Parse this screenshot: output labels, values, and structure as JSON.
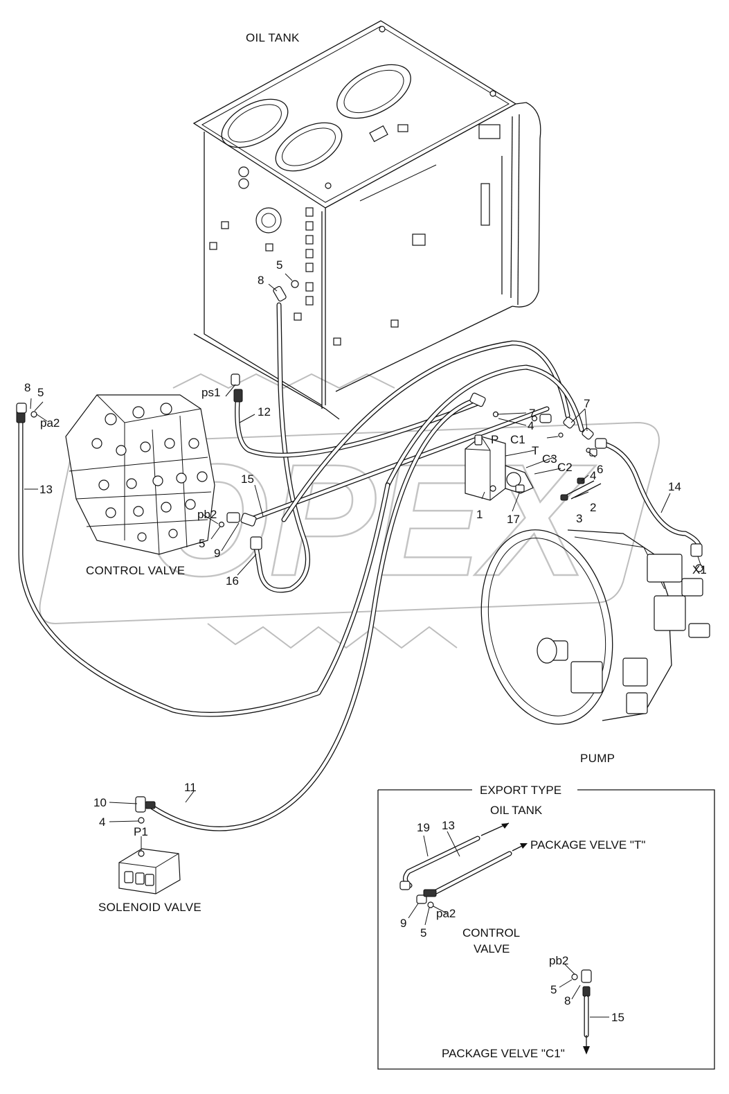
{
  "watermark": "OPEX",
  "components": {
    "oil_tank": "OIL TANK",
    "control_valve": "CONTROL VALVE",
    "pump": "PUMP",
    "solenoid_valve": "SOLENOID VALVE"
  },
  "callouts": {
    "n1": "1",
    "n2": "2",
    "n3": "3",
    "n4a": "4",
    "n4b": "4",
    "n4c": "4",
    "n5a": "5",
    "n5b": "5",
    "n5c": "5",
    "n6": "6",
    "n7a": "7",
    "n7b": "7",
    "n8a": "8",
    "n8b": "8",
    "n9": "9",
    "n10": "10",
    "n11": "11",
    "n12": "12",
    "n13": "13",
    "n14": "14",
    "n15": "15",
    "n16": "16",
    "n17": "17"
  },
  "ports": {
    "P": "P",
    "T": "T",
    "C1": "C1",
    "C2": "C2",
    "C3": "C3",
    "ps1": "ps1",
    "pa2": "pa2",
    "pb2": "pb2",
    "X1": "X1",
    "P1": "P1"
  },
  "inset": {
    "title": "EXPORT TYPE",
    "oil_tank": "OIL TANK",
    "package_t": "PACKAGE VELVE \"T\"",
    "control_valve_1": "CONTROL",
    "control_valve_2": "VALVE",
    "package_c1": "PACKAGE VELVE \"C1\"",
    "n19": "19",
    "n13": "13",
    "n9": "9",
    "n5a": "5",
    "pa2": "pa2",
    "pb2": "pb2",
    "n5b": "5",
    "n8": "8",
    "n15": "15"
  }
}
